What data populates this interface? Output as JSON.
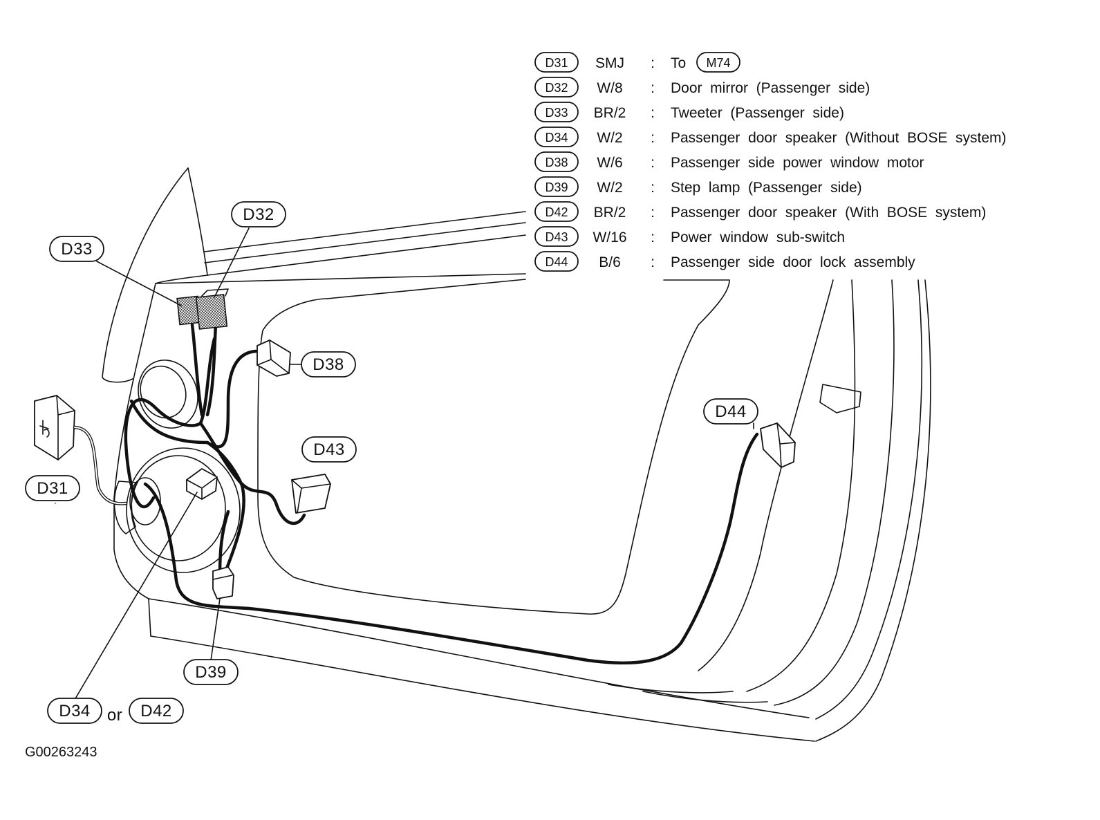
{
  "legend": [
    {
      "code": "D31",
      "spec": "SMJ",
      "sep": ":",
      "desc": "To",
      "ref": "M74"
    },
    {
      "code": "D32",
      "spec": "W/8",
      "sep": ":",
      "desc": "Door  mirror  (Passenger  side)"
    },
    {
      "code": "D33",
      "spec": "BR/2",
      "sep": ":",
      "desc": "Tweeter  (Passenger  side)"
    },
    {
      "code": "D34",
      "spec": "W/2",
      "sep": ":",
      "desc": "Passenger  door  speaker  (Without  BOSE  system)"
    },
    {
      "code": "D38",
      "spec": "W/6",
      "sep": ":",
      "desc": "Passenger  side  power  window  motor"
    },
    {
      "code": "D39",
      "spec": "W/2",
      "sep": ":",
      "desc": "Step  lamp  (Passenger  side)"
    },
    {
      "code": "D42",
      "spec": "BR/2",
      "sep": ":",
      "desc": "Passenger  door  speaker  (With  BOSE  system)"
    },
    {
      "code": "D43",
      "spec": "W/16",
      "sep": ":",
      "desc": "Power  window  sub-switch"
    },
    {
      "code": "D44",
      "spec": "B/6",
      "sep": ":",
      "desc": "Passenger  side  door  lock  assembly"
    }
  ],
  "callouts": {
    "d32": "D32",
    "d33": "D33",
    "d38": "D38",
    "d43": "D43",
    "d31": "D31",
    "d44": "D44",
    "d39": "D39",
    "d34": "D34",
    "or_word": "or",
    "d42": "D42"
  },
  "figure_code": "G00263243"
}
